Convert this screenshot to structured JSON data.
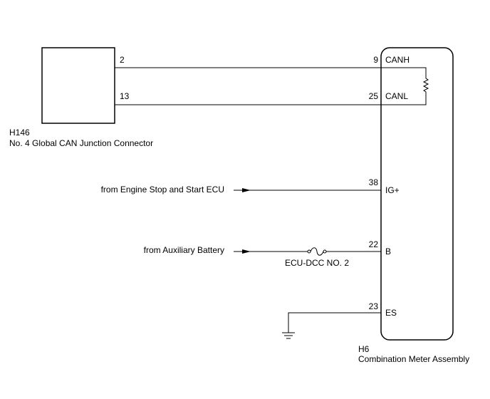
{
  "left_connector": {
    "code": "H146",
    "name": "No. 4 Global CAN Junction Connector",
    "pin_canh": "2",
    "pin_canl": "13"
  },
  "meter": {
    "code": "H6",
    "name": "Combination Meter Assembly",
    "terminals": [
      {
        "pin": "9",
        "label": "CANH"
      },
      {
        "pin": "25",
        "label": "CANL"
      },
      {
        "pin": "38",
        "label": "IG+"
      },
      {
        "pin": "22",
        "label": "B"
      },
      {
        "pin": "23",
        "label": "ES"
      }
    ]
  },
  "inputs": {
    "ig_source": "from Engine Stop and Start ECU",
    "b_source": "from Auxiliary Battery",
    "fuse_label": "ECU-DCC NO. 2"
  }
}
